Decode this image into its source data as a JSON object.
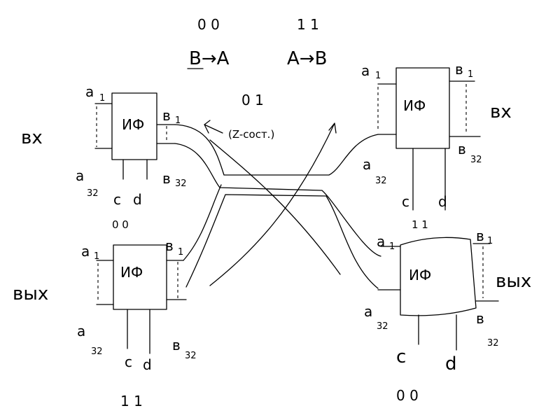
{
  "header": {
    "codes_ba": "0   0",
    "codes_ab": "1   1",
    "label_ba": "B→A",
    "label_ab": "A→B",
    "codes_mid": "0   1",
    "note": "(Z-сост.)"
  },
  "blocks": {
    "top_left": {
      "label": "ИФ",
      "a1": "a",
      "a1_sub": "1",
      "a32": "a",
      "a32_sub": "32",
      "b1": "в",
      "b1_sub": "1",
      "b32": "в",
      "b32_sub": "32",
      "c": "c",
      "d": "d",
      "side": "вх",
      "state_cd": "0  0"
    },
    "bottom_left": {
      "label": "ИФ",
      "a1": "a",
      "a1_sub": "1",
      "a32": "a",
      "a32_sub": "32",
      "b1": "в",
      "b1_sub": "1",
      "b32": "в",
      "b32_sub": "32",
      "c": "c",
      "d": "d",
      "side": "вых",
      "state_cd": "1   1"
    },
    "top_right": {
      "label": "ИФ",
      "a1": "a",
      "a1_sub": "1",
      "a32": "a",
      "a32_sub": "32",
      "b1": "в",
      "b1_sub": "1",
      "b32": "в",
      "b32_sub": "32",
      "c": "c",
      "d": "d",
      "side": "вх",
      "state_cd": "1    1"
    },
    "bottom_right": {
      "label": "ИФ",
      "a1": "a",
      "a1_sub": "1",
      "a32": "a",
      "a32_sub": "32",
      "b1": "в",
      "b1_sub": "1",
      "b32": "в",
      "b32_sub": "32",
      "c": "c",
      "d": "d",
      "side": "вых",
      "state_cd": "0     0"
    }
  }
}
